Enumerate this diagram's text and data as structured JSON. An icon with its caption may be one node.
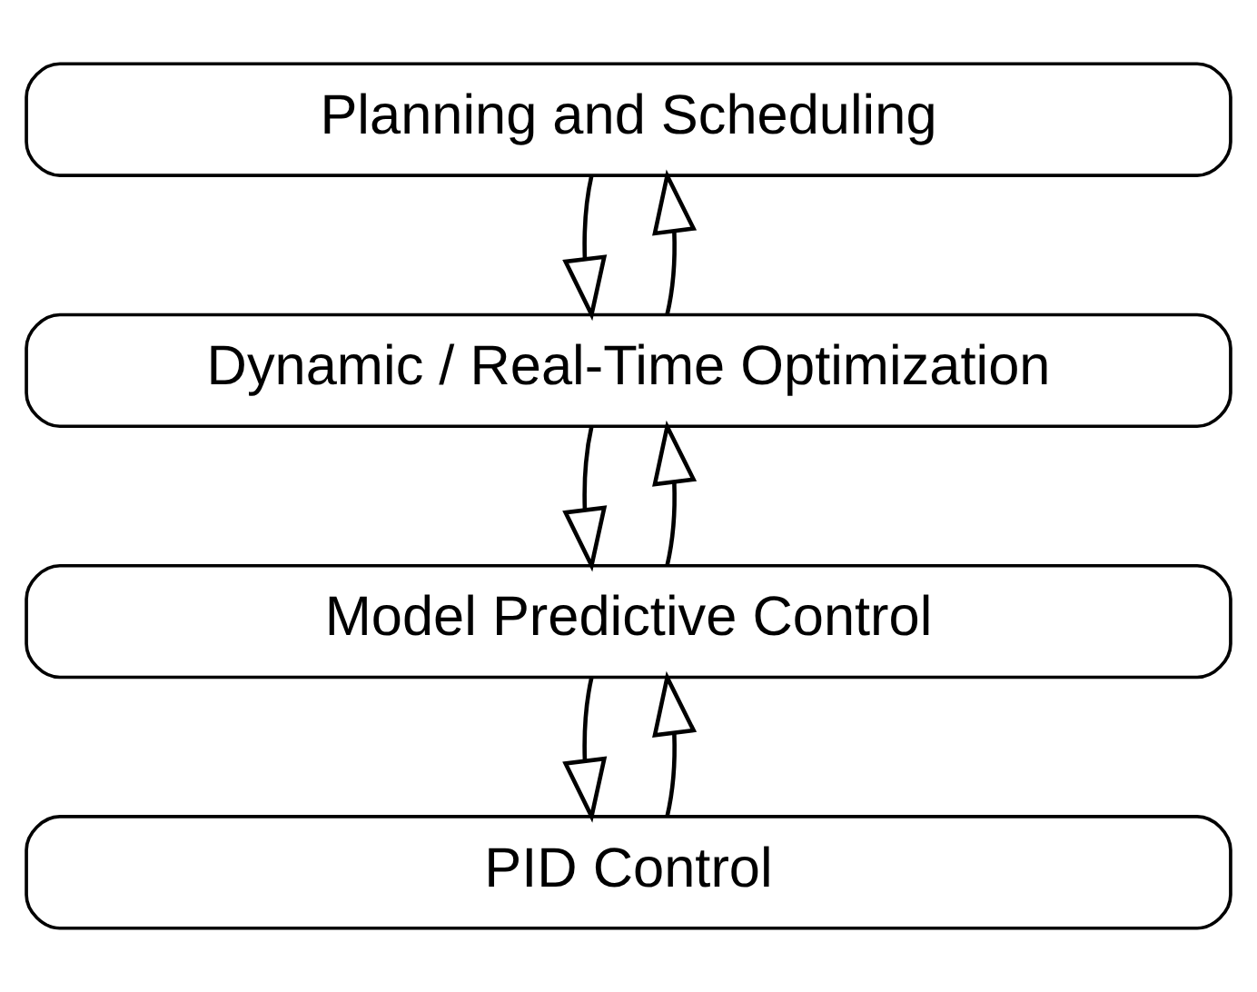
{
  "diagram": {
    "nodes": [
      {
        "text": [
          "Planning and Scheduling"
        ]
      },
      {
        "text": [
          "Dynamic / Real-Time Optimization"
        ]
      },
      {
        "text": [
          "Model Predictive Control"
        ]
      },
      {
        "text": [
          "PID Control"
        ]
      }
    ],
    "edges": [
      {
        "from": 1,
        "to": 0,
        "arrow": "to"
      },
      {
        "from": 0,
        "to": 1,
        "arrow": "to"
      },
      {
        "from": 2,
        "to": 1,
        "arrow": "to"
      },
      {
        "from": 1,
        "to": 2,
        "arrow": "to"
      },
      {
        "from": 3,
        "to": 2,
        "arrow": "to"
      },
      {
        "from": 2,
        "to": 3,
        "arrow": "to"
      }
    ]
  }
}
